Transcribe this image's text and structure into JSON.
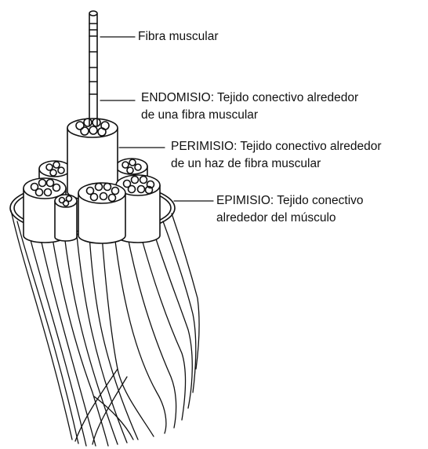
{
  "colors": {
    "ink": "#111111",
    "background": "#ffffff"
  },
  "labels": {
    "fibra": {
      "line1": "Fibra muscular"
    },
    "endomisio": {
      "line1": "ENDOMISIO: Tejido conectivo alrededor",
      "line2": "de una fibra muscular"
    },
    "perimisio": {
      "line1": "PERIMISIO: Tejido conectivo alrededor",
      "line2": "de un haz de fibra muscular"
    },
    "epimisio": {
      "line1": "EPIMISIO: Tejido conectivo",
      "line2": "alrededor del músculo"
    }
  }
}
